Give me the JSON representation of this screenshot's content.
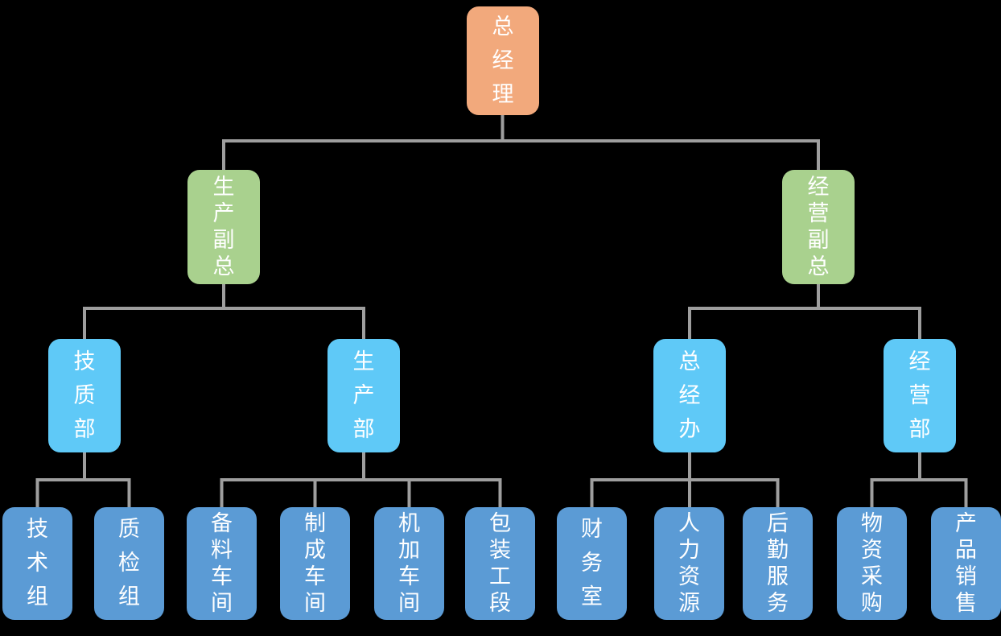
{
  "org_chart": {
    "type": "organization-chart",
    "background_color": "#000000",
    "connector_color": "#9E9E9E",
    "text_color": "#FFFFFF",
    "palette": {
      "level1_orange": "#F2A97C",
      "level2_green": "#A9D18E",
      "level3_sky_blue": "#5FC9F7",
      "level4_steel_blue": "#5B9BD5"
    },
    "root": {
      "label": "总经理",
      "color": "#F2A97C",
      "children": [
        {
          "label": "生产副总",
          "color": "#A9D18E",
          "children": [
            {
              "label": "技质部",
              "color": "#5FC9F7",
              "children": [
                {
                  "label": "技术组",
                  "color": "#5B9BD5"
                },
                {
                  "label": "质检组",
                  "color": "#5B9BD5"
                }
              ]
            },
            {
              "label": "生产部",
              "color": "#5FC9F7",
              "children": [
                {
                  "label": "备料车间",
                  "color": "#5B9BD5"
                },
                {
                  "label": "制成车间",
                  "color": "#5B9BD5"
                },
                {
                  "label": "机加车间",
                  "color": "#5B9BD5"
                },
                {
                  "label": "包装工段",
                  "color": "#5B9BD5"
                }
              ]
            }
          ]
        },
        {
          "label": "经营副总",
          "color": "#A9D18E",
          "children": [
            {
              "label": "总经办",
              "color": "#5FC9F7",
              "children": [
                {
                  "label": "财务室",
                  "color": "#5B9BD5"
                },
                {
                  "label": "人力资源",
                  "color": "#5B9BD5"
                },
                {
                  "label": "后勤服务",
                  "color": "#5B9BD5"
                }
              ]
            },
            {
              "label": "经营部",
              "color": "#5FC9F7",
              "children": [
                {
                  "label": "物资采购",
                  "color": "#5B9BD5"
                },
                {
                  "label": "产品销售",
                  "color": "#5B9BD5"
                }
              ]
            }
          ]
        }
      ]
    }
  }
}
